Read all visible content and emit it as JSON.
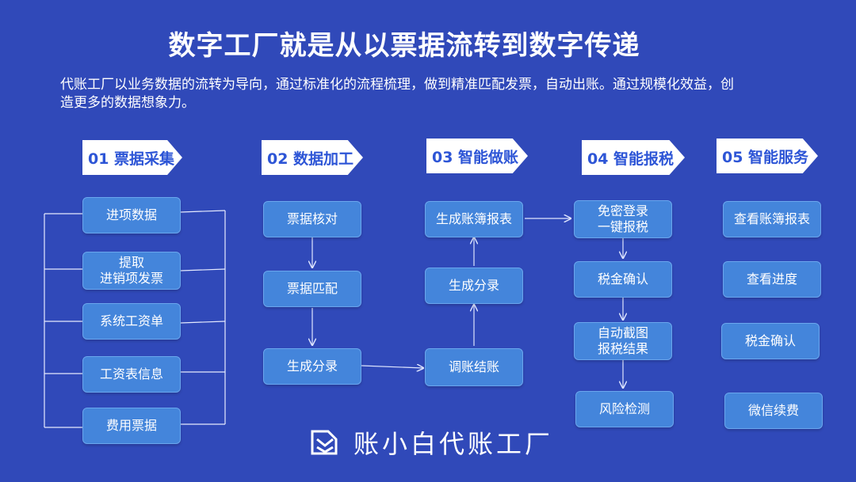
{
  "title": "数字工厂就是从以票据流转到数字传递",
  "intro": "代账工厂以业务数据的流转为导向，通过标准化的流程梳理，做到精准匹配发票，自动出账。通过规模化效益，创造更多的数据想象力。",
  "stages": [
    {
      "label": "01 票据采集",
      "items": [
        "进项数据",
        "提取\n进销项发票",
        "系统工资单",
        "工资表信息",
        "费用票据"
      ]
    },
    {
      "label": "02 数据加工",
      "items": [
        "票据核对",
        "票据匹配",
        "生成分录"
      ]
    },
    {
      "label": "03 智能做账",
      "items": [
        "生成账簿报表",
        "生成分录",
        "调账结账"
      ]
    },
    {
      "label": "04 智能报税",
      "items": [
        "免密登录\n一键报税",
        "税金确认",
        "自动截图\n报税结果",
        "风险检测"
      ]
    },
    {
      "label": "05 智能服务",
      "items": [
        "查看账簿报表",
        "查看进度",
        "税金确认",
        "微信续费"
      ]
    }
  ],
  "brand": {
    "name": "账小白代账工厂",
    "icon": "logo-icon"
  },
  "colors": {
    "background": "#3049b9",
    "box": "#4485db",
    "stage_text": "#2d55d6"
  }
}
